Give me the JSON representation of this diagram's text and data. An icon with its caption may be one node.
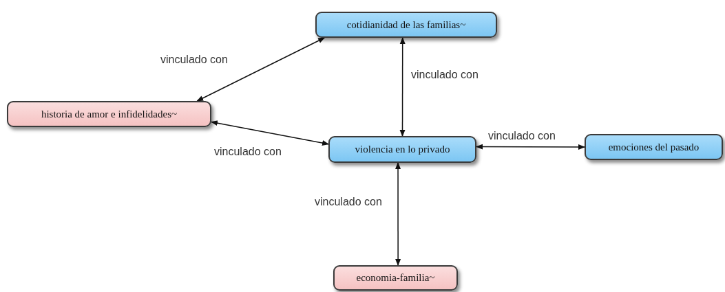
{
  "diagram": {
    "nodes": [
      {
        "text": [
          "cotidianidad de las familias~"
        ]
      },
      {
        "text": [
          "historia de amor e infidelidades~"
        ]
      },
      {
        "text": [
          "violencia en lo privado"
        ]
      },
      {
        "text": [
          "emociones del pasado"
        ]
      },
      {
        "text": [
          "economia-familia~"
        ]
      }
    ],
    "edges": [
      {
        "from": 1,
        "to": 0,
        "arrow": "both",
        "label": "vinculado con"
      },
      {
        "from": 0,
        "to": 2,
        "arrow": "both",
        "label": "vinculado con"
      },
      {
        "from": 1,
        "to": 2,
        "arrow": "both",
        "label": "vinculado con"
      },
      {
        "from": 2,
        "to": 3,
        "arrow": "both",
        "label": "vinculado con"
      },
      {
        "from": 2,
        "to": 4,
        "arrow": "both",
        "label": "vinculado con"
      }
    ]
  }
}
